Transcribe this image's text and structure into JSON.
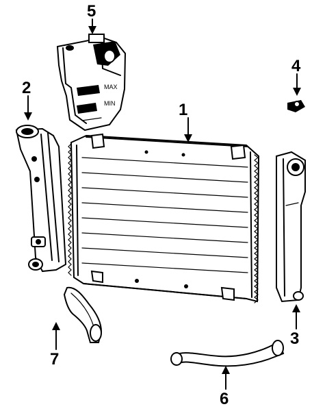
{
  "callouts": [
    {
      "id": "1",
      "label": "1"
    },
    {
      "id": "2",
      "label": "2"
    },
    {
      "id": "3",
      "label": "3"
    },
    {
      "id": "4",
      "label": "4"
    },
    {
      "id": "5",
      "label": "5"
    },
    {
      "id": "6",
      "label": "6"
    },
    {
      "id": "7",
      "label": "7"
    }
  ],
  "reservoir": {
    "max_mark": "MAX",
    "min_mark": "MIN"
  }
}
